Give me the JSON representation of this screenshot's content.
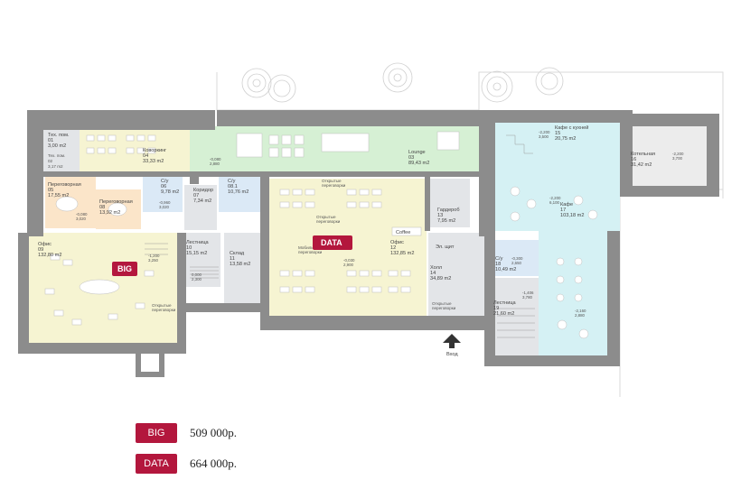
{
  "rooms": [
    {
      "id": "r01",
      "lines": [
        "Тех. пом.",
        "01",
        "3,00 m2"
      ]
    },
    {
      "id": "r02",
      "lines": [
        "Тех. пом.",
        "02",
        "3,17 m2"
      ]
    },
    {
      "id": "r04",
      "lines": [
        "Коворкинг",
        "04",
        "33,33 m2"
      ]
    },
    {
      "id": "r03",
      "lines": [
        "Lounge",
        "03",
        "89,43 m2"
      ]
    },
    {
      "id": "r05",
      "lines": [
        "Переговорная",
        "05",
        "17,55 m2"
      ]
    },
    {
      "id": "r06",
      "lines": [
        "С/у",
        "06",
        "9,78 m2"
      ]
    },
    {
      "id": "r07",
      "lines": [
        "Коридор",
        "07",
        "7,34 m2"
      ]
    },
    {
      "id": "r081",
      "lines": [
        "С/у",
        "08.1",
        "10,76 m2"
      ]
    },
    {
      "id": "r08",
      "lines": [
        "Переговорная",
        "08",
        "13,92 m2"
      ]
    },
    {
      "id": "r09",
      "lines": [
        "Офис",
        "09",
        "132,80 m2"
      ]
    },
    {
      "id": "r10",
      "lines": [
        "Лестница",
        "10",
        "15,15 m2"
      ]
    },
    {
      "id": "r11",
      "lines": [
        "Склад",
        "11",
        "13,58 m2"
      ]
    },
    {
      "id": "r12",
      "lines": [
        "Офис",
        "12",
        "132,85 m2"
      ]
    },
    {
      "id": "r13",
      "lines": [
        "Гардероб",
        "13",
        "7,95 m2"
      ]
    },
    {
      "id": "r14",
      "lines": [
        "Холл",
        "14",
        "34,89 m2"
      ]
    },
    {
      "id": "r15",
      "lines": [
        "Кафе с кухней",
        "15",
        "20,75 m2"
      ]
    },
    {
      "id": "r16",
      "lines": [
        "Котельная",
        "16",
        "31,42 m2"
      ]
    },
    {
      "id": "r17",
      "lines": [
        "Кафе",
        "17",
        "103,18 m2"
      ]
    },
    {
      "id": "r18",
      "lines": [
        "С/у",
        "18",
        "10,49 m2"
      ]
    },
    {
      "id": "r19",
      "lines": [
        "Лестница",
        "19",
        "21,60 m2"
      ]
    }
  ],
  "labels": {
    "coffee": "Coffee",
    "el_shield": "Эл. щит",
    "entrance": "Вход",
    "tag_big": "BIG",
    "tag_data": "DATA",
    "note_1": "Открытые",
    "note_1b": "переговорки",
    "note_2": "Открытые",
    "note_2b": "переговорки",
    "note_3": "Мобильные",
    "note_3b": "переговорки",
    "note_4": "Открытые",
    "note_4b": "переговорки",
    "note_5": "Открытые",
    "note_5b": "переговорки"
  },
  "levels": [
    {
      "id": "l1",
      "top": "-0,080",
      "bottom": "2,880"
    },
    {
      "id": "l2",
      "top": "-0,080",
      "bottom": "3,020"
    },
    {
      "id": "l3",
      "top": "-0,960",
      "bottom": "3,020"
    },
    {
      "id": "l4",
      "top": "-1,200",
      "bottom": "3,250"
    },
    {
      "id": "l5",
      "top": "0,000",
      "bottom": "2,300"
    },
    {
      "id": "l6",
      "top": "-0,030",
      "bottom": "2,900"
    },
    {
      "id": "l7",
      "top": "-2,200",
      "bottom": "3,500"
    },
    {
      "id": "l8",
      "top": "-2,200",
      "bottom": "6,100"
    },
    {
      "id": "l9",
      "top": "-2,200",
      "bottom": "3,700"
    },
    {
      "id": "l10",
      "top": "-0,300",
      "bottom": "2,650"
    },
    {
      "id": "l11",
      "top": "-1,406",
      "bottom": "3,780"
    },
    {
      "id": "l12",
      "top": "-2,160",
      "bottom": "2,880"
    }
  ],
  "legend": [
    {
      "tag": "BIG",
      "price": "509 000р."
    },
    {
      "tag": "DATA",
      "price": "664 000р."
    }
  ],
  "colors": {
    "accent": "#b3173d",
    "wall": "#8c8c8c",
    "green_zone": "#d6f0d4",
    "cyan_zone": "#d5f1f4",
    "yellow_zone": "#f6f4d2",
    "orange_zone": "#fbe5c9",
    "blue_zone": "#dbe9f6",
    "gray_zone": "#e3e5e8"
  }
}
